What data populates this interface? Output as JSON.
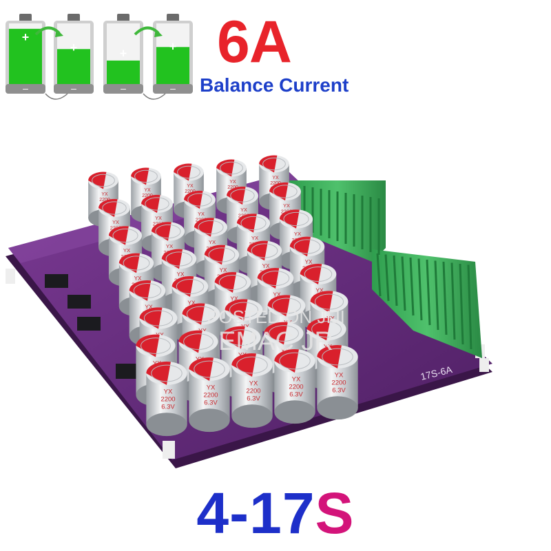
{
  "headline": {
    "current": "6A",
    "label": "Balance Current"
  },
  "product": {
    "range_part1": "4-17",
    "range_part2": "S"
  },
  "board": {
    "silkscreen": "17S-6A"
  },
  "capacitor": {
    "line1": "YX",
    "line2": "2200",
    "line3": "6.3V"
  },
  "battery_levels": [
    0.92,
    0.62,
    0.45,
    0.65
  ],
  "watermark": {
    "line1": "POSTED ON JIJI",
    "line2": "EMAC JR"
  },
  "colors": {
    "headline": "#e8232a",
    "subline": "#1d3fc9",
    "range_blue": "#1d2fc9",
    "range_pink": "#d3147a",
    "pcb": "#6b2d84",
    "battery_fill": "#22c21f",
    "terminal": "#36b35a",
    "cap_top": "#d9202c"
  },
  "icons": [
    "battery-icon",
    "transfer-arrow-icon"
  ]
}
